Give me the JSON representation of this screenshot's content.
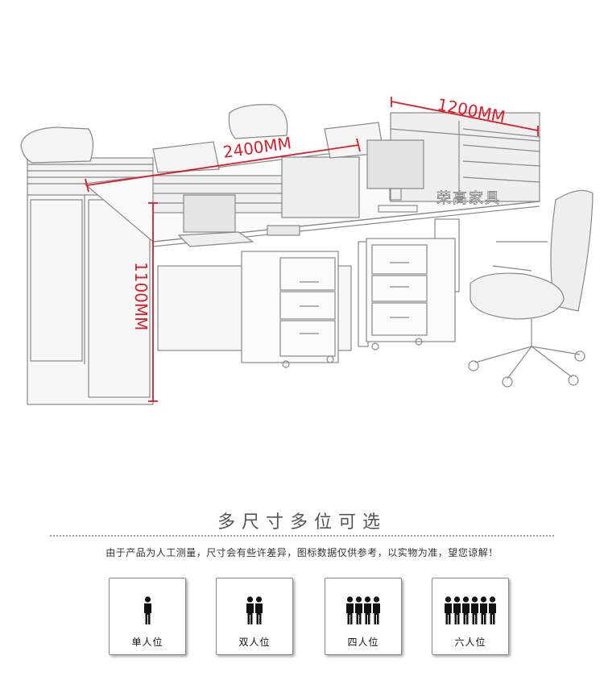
{
  "illustration": {
    "width_label": "2400MM",
    "depth_label": "1200MM",
    "height_label": "1100MM",
    "brand_watermark": "荣高家具",
    "accent_color": "#d6202c"
  },
  "section": {
    "title": "多尺寸多位可选",
    "notice": "由于产品为人工测量，尺寸会有些许差异，图标数据仅供参考，以实物为准，望您谅解！"
  },
  "options": [
    {
      "label": "单人位",
      "people_count": 1,
      "icon": "person-icon"
    },
    {
      "label": "双人位",
      "people_count": 2,
      "icon": "person-icon"
    },
    {
      "label": "四人位",
      "people_count": 4,
      "icon": "person-icon"
    },
    {
      "label": "六人位",
      "people_count": 6,
      "icon": "person-icon"
    }
  ]
}
